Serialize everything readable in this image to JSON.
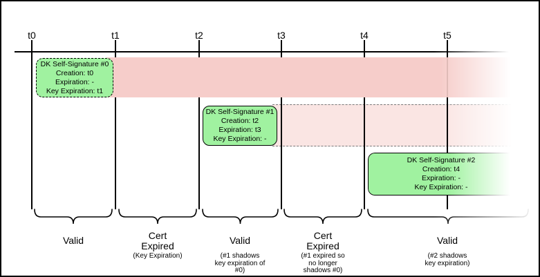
{
  "colors": {
    "band_expired": "#f6cdca",
    "band_shadow": "#fae5e3",
    "signature_green": "#a0f2a0"
  },
  "timeline": {
    "ticks": [
      "t0",
      "t1",
      "t2",
      "t3",
      "t4",
      "t5"
    ]
  },
  "signatures": [
    {
      "title": "DK Self-Signature #0",
      "creation": "Creation: t0",
      "expiration": "Expiration: -",
      "key_expiration": "Key Expiration: t1"
    },
    {
      "title": "DK Self-Signature #1",
      "creation": "Creation: t2",
      "expiration": "Expiration: t3",
      "key_expiration": "Key Expiration: -"
    },
    {
      "title": "DK Self-Signature #2",
      "creation": "Creation: t4",
      "expiration": "Expiration: -",
      "key_expiration": "Key Expiration: -"
    }
  ],
  "segments": [
    {
      "label": "Valid",
      "sublabel": ""
    },
    {
      "label": "Cert\nExpired",
      "sublabel": "(Key Expiration)"
    },
    {
      "label": "Valid",
      "sublabel": "(#1 shadows\nkey expiration of\n#0)"
    },
    {
      "label": "Cert\nExpired",
      "sublabel": "(#1 expired so\nno longer\nshadows #0)"
    },
    {
      "label": "Valid",
      "sublabel": "(#2 shadows\nkey expiration)"
    }
  ]
}
